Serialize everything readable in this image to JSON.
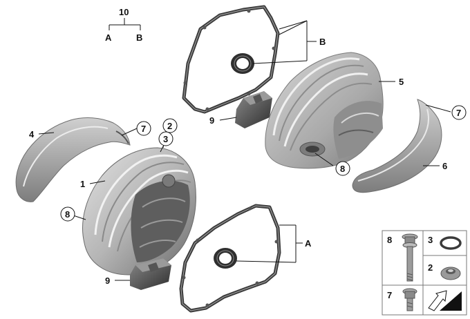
{
  "labels": {
    "l1": "1",
    "l2": "2",
    "l3": "3",
    "l4": "4",
    "l5": "5",
    "l6": "6",
    "l7a": "7",
    "l7b": "7",
    "l8a": "8",
    "l8b": "8",
    "l9a": "9",
    "l9b": "9",
    "lA": "A",
    "lB": "B",
    "l10": "10",
    "l10A": "A",
    "l10B": "B"
  },
  "legend": {
    "item8": "8",
    "item3": "3",
    "item2": "2",
    "item7": "7"
  },
  "colors": {
    "part_fill": "#b8b8b8",
    "part_shadow": "#6e6e6e",
    "part_highlight": "#e6e6e6",
    "gasket": "#3a3a3a",
    "background": "#ffffff"
  }
}
